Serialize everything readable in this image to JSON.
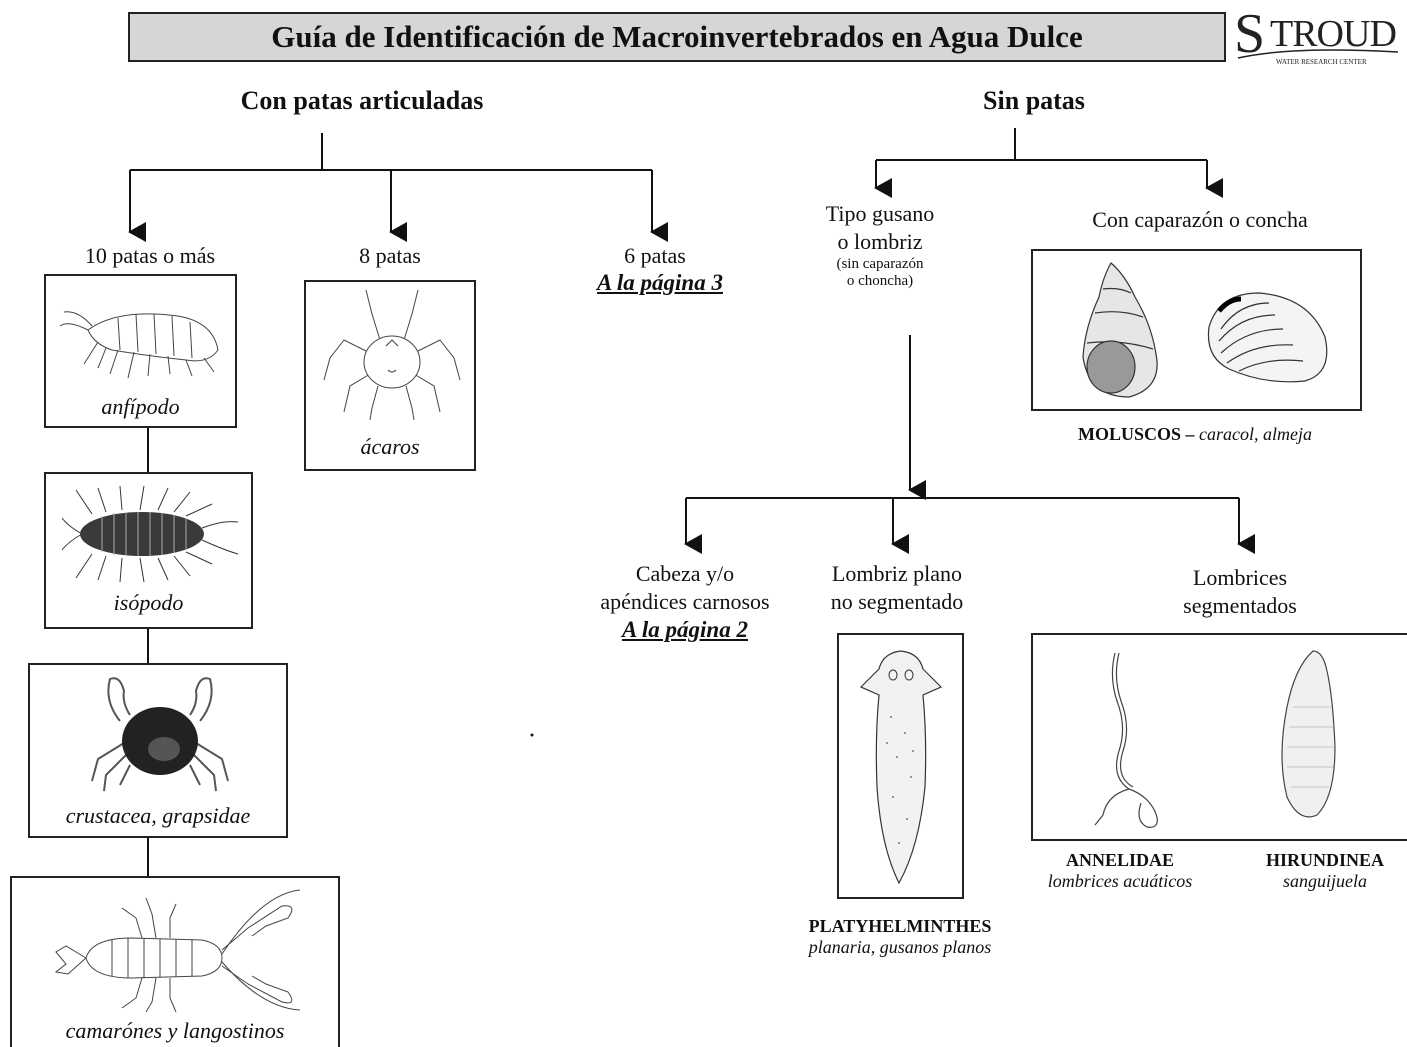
{
  "title": "Guía de Identificación de Macroinvertebrados en Agua Dulce",
  "logo": {
    "name": "STROUD",
    "subtitle": "WATER RESEARCH CENTER"
  },
  "left": {
    "header": "Con patas articuladas",
    "branch_10": "10 patas o más",
    "branch_8": "8 patas",
    "branch_6": "6 patas",
    "link_page3": "A la página 3",
    "amphipod": "anfípodo",
    "isopod": "isópodo",
    "crab": "crustacea, grapsidae",
    "crayfish": "camarónes y langostinos",
    "mites": "ácaros"
  },
  "right": {
    "header": "Sin patas",
    "worm_type_line1": "Tipo gusano",
    "worm_type_line2": "o lombriz",
    "worm_type_note1": "(sin caparazón",
    "worm_type_note2": "o choncha)",
    "shell_label": "Con caparazón o concha",
    "mollusc_bold": "MOLUSCOS –",
    "mollusc_it": "caracol, almeja",
    "head_line1": "Cabeza y/o",
    "head_line2": "apéndices carnosos",
    "link_page2": "A la página 2",
    "flat_line1": "Lombriz plano",
    "flat_line2": "no segmentado",
    "seg_line1": "Lombrices",
    "seg_line2": "segmentados",
    "platy_bold": "PLATYHELMINTHES",
    "platy_it": "planaria, gusanos planos",
    "annel_bold": "ANNELIDAE",
    "annel_it": "lombrices acuáticos",
    "hirud_bold": "HIRUNDINEA",
    "hirud_it": "sanguijuela"
  }
}
